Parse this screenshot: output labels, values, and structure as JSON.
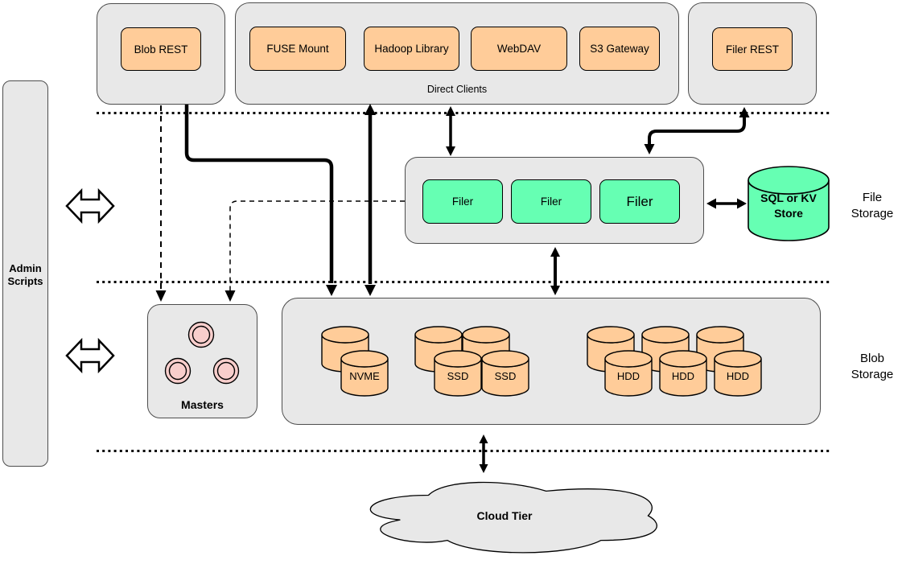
{
  "colors": {
    "container_fill": "#e8e8e8",
    "container_border": "#4d4d4d",
    "client_fill": "#ffcc99",
    "filer_fill": "#66ffb3",
    "store_fill": "#66ffb3",
    "master_fill": "#f8cecc",
    "line": "#000000"
  },
  "admin": {
    "label": "Admin Scripts"
  },
  "blob_rest": {
    "label": "Blob REST"
  },
  "direct_clients": {
    "caption": "Direct Clients",
    "items": [
      "FUSE Mount",
      "Hadoop Library",
      "WebDAV",
      "S3 Gateway"
    ]
  },
  "filer_rest": {
    "label": "Filer REST"
  },
  "file_storage": {
    "layer_label": "File Storage",
    "filers": [
      "Filer",
      "Filer",
      "Filer"
    ],
    "store_label": "SQL or KV Store"
  },
  "masters": {
    "label": "Masters"
  },
  "blob_storage": {
    "layer_label": "Blob Storage",
    "disk_labels": {
      "nvme": [
        "NVME"
      ],
      "ssd": [
        "SSD",
        "SSD"
      ],
      "hdd": [
        "HDD",
        "HDD",
        "HDD"
      ]
    }
  },
  "cloud": {
    "label": "Cloud Tier"
  }
}
